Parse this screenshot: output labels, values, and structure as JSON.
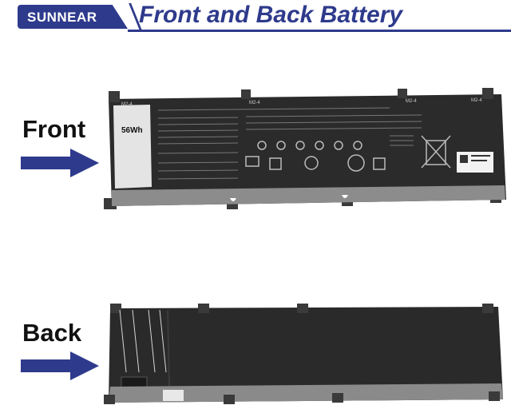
{
  "header": {
    "brand": "SUNNEAR",
    "title": "Front and Back Battery"
  },
  "front": {
    "label": "Front",
    "capacity": "56Wh",
    "mounts": [
      "M2-4",
      "M2-4",
      "M2-4",
      "M2-4"
    ]
  },
  "back": {
    "label": "Back"
  },
  "colors": {
    "brand": "#2e3a8c",
    "battery_body": "#2b2b2b",
    "label_sticker": "#e4e4e4"
  }
}
